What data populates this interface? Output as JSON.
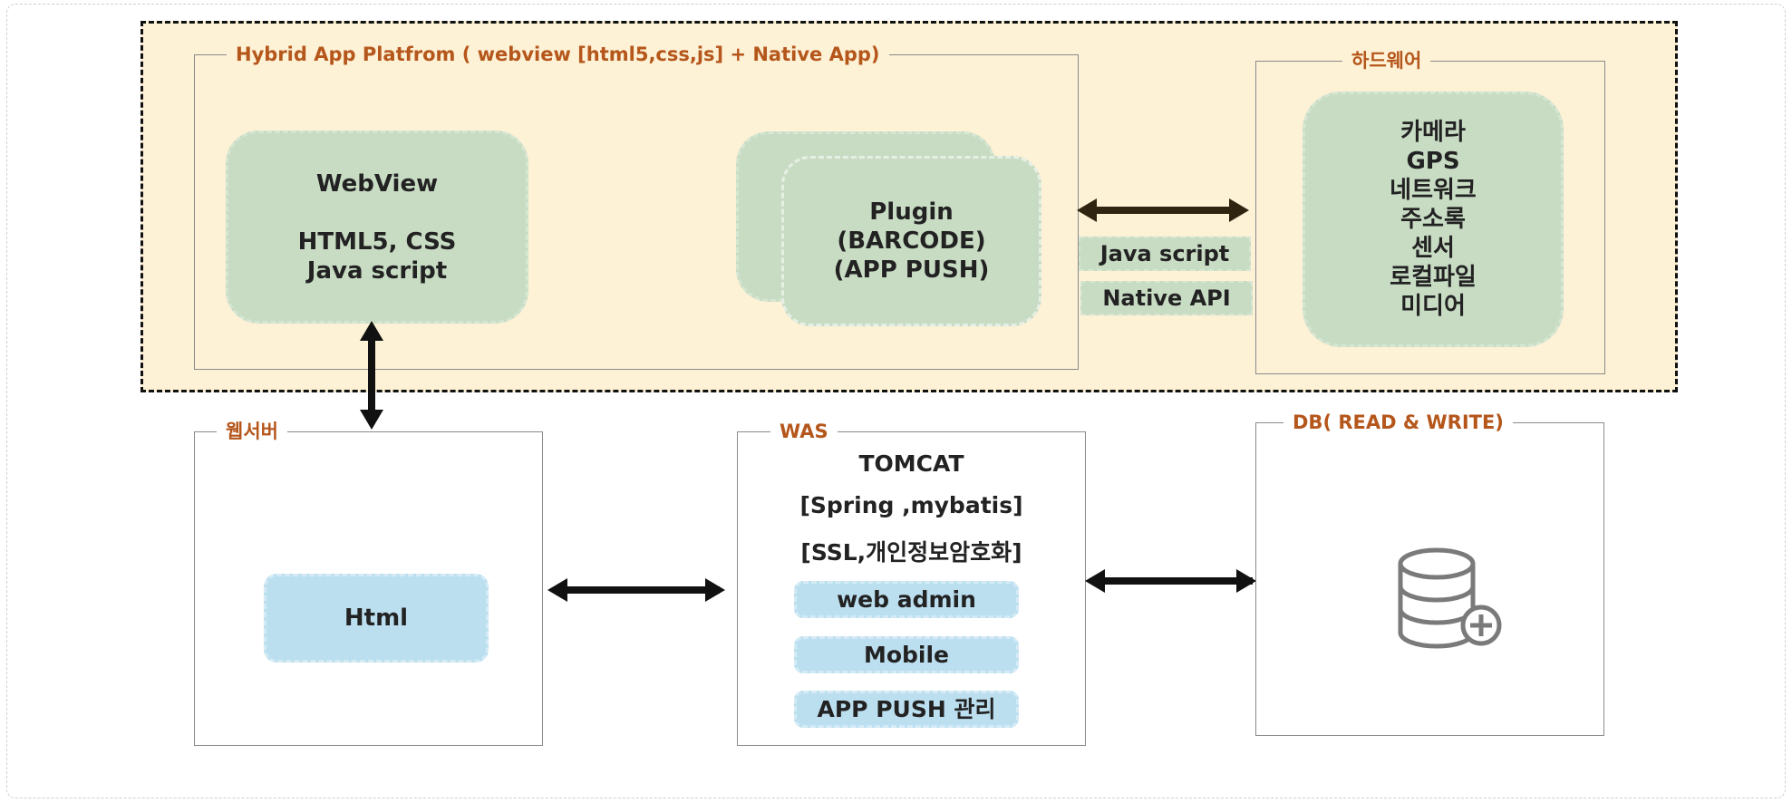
{
  "hybrid_group": {
    "title": "Hybrid App Platfrom ( webview [html5,css,js] + Native App)"
  },
  "webview": {
    "lines": [
      "WebView",
      "HTML5, CSS",
      "Java script"
    ]
  },
  "plugin": {
    "lines": [
      "Plugin",
      "(BARCODE)",
      "(APP PUSH)"
    ]
  },
  "bridge_tags": {
    "javascript": "Java script",
    "native_api": "Native API"
  },
  "hardware_group": {
    "title": "하드웨어",
    "items": [
      "카메라",
      "GPS",
      "네트워크",
      "주소록",
      "센서",
      "로컬파일",
      "미디어"
    ]
  },
  "webserver_group": {
    "title": "웹서버",
    "html_label": "Html"
  },
  "was_group": {
    "title": "WAS",
    "lines": [
      "TOMCAT",
      "[Spring ,mybatis]",
      "[SSL,개인정보암호화]"
    ],
    "items": [
      "web admin",
      "Mobile",
      "APP PUSH 관리"
    ]
  },
  "db_group": {
    "title": "DB( READ & WRITE)",
    "icon": "database-add-icon"
  },
  "colors": {
    "title_orange": "#b5561b",
    "cream_bg": "#fdf1d6",
    "green_box": "#c8dcc4",
    "blue_box": "#bcdff0",
    "arrow_dark": "#2e2410",
    "icon_gray": "#7a7a7a"
  }
}
